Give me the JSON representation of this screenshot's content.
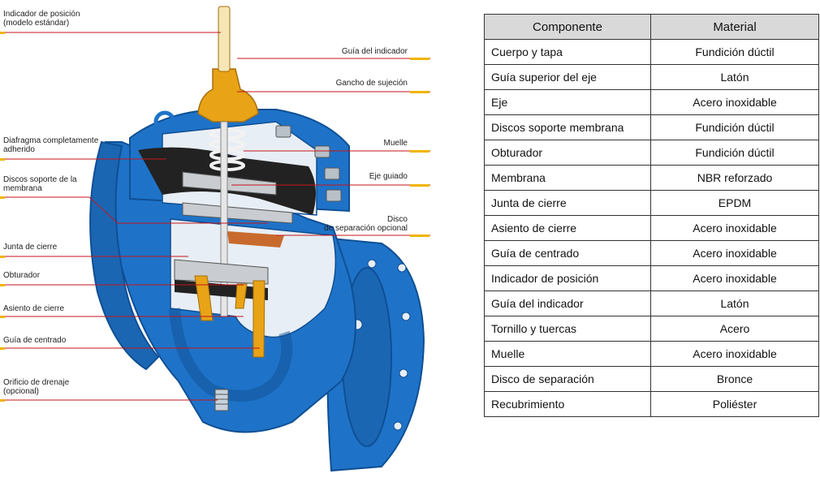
{
  "diagram": {
    "labels_left": [
      "Indicador de posición\n(modelo estándar)",
      "Diafragma completamente\nadherido",
      "Discos soporte de la\nmembrana",
      "Junta de cierre",
      "Obturador",
      "Asiento de cierre",
      "Guía de centrado",
      "Orificio de drenaje\n(opcional)"
    ],
    "labels_right": [
      "Guía del indicador",
      "Gancho de sujeción",
      "Muelle",
      "Eje guiado",
      "Disco\nde separación opcional"
    ],
    "colors": {
      "body_blue": "#1e73c8",
      "body_dark": "#0f4f94",
      "cut_face": "#e8eef5",
      "brass": "#e8a317",
      "membrane": "#222222",
      "leader_red": "#c4161c",
      "leader_gold": "#f0b400"
    }
  },
  "table": {
    "headers": [
      "Componente",
      "Material"
    ],
    "rows": [
      [
        "Cuerpo y tapa",
        "Fundición dúctil"
      ],
      [
        "Guía superior del eje",
        "Latón"
      ],
      [
        "Eje",
        "Acero inoxidable"
      ],
      [
        "Discos soporte membrana",
        "Fundición dúctil"
      ],
      [
        "Obturador",
        "Fundición dúctil"
      ],
      [
        "Membrana",
        "NBR reforzado"
      ],
      [
        "Junta de cierre",
        "EPDM"
      ],
      [
        "Asiento de cierre",
        "Acero inoxidable"
      ],
      [
        "Guía de centrado",
        "Acero inoxidable"
      ],
      [
        "Indicador de posición",
        "Acero inoxidable"
      ],
      [
        "Guía del indicador",
        "Latón"
      ],
      [
        "Tornillo y tuercas",
        "Acero"
      ],
      [
        "Muelle",
        "Acero inoxidable"
      ],
      [
        "Disco de separación",
        "Bronce"
      ],
      [
        "Recubrimiento",
        "Poliéster"
      ]
    ]
  }
}
